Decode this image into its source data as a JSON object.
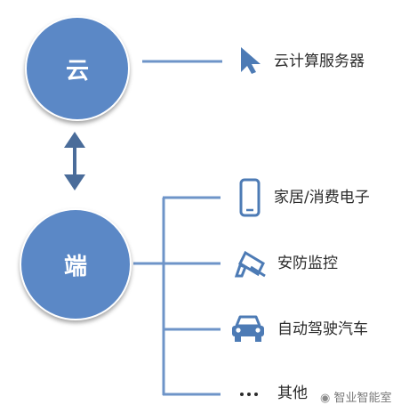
{
  "colors": {
    "node_fill": "#5b88c6",
    "connector": "#6e94c8",
    "arrow": "#4a6c9a",
    "icon": "#4d7bb5"
  },
  "cloud_node": {
    "label": "云",
    "target": {
      "icon": "cursor-arrow-icon",
      "label": "云计算服务器"
    }
  },
  "edge_node": {
    "label": "端",
    "targets": [
      {
        "icon": "smartphone-icon",
        "label": "家居/消费电子"
      },
      {
        "icon": "security-camera-icon",
        "label": "安防监控"
      },
      {
        "icon": "car-icon",
        "label": "自动驾驶汽车"
      },
      {
        "icon": "ellipsis-icon",
        "label": "其他"
      }
    ]
  },
  "watermark": {
    "text": "智业智能室"
  }
}
